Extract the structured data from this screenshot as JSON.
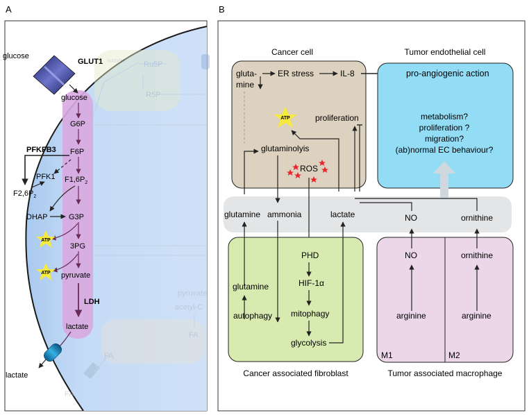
{
  "panelA": {
    "label": "A",
    "glucose_out": "glucose",
    "glut1": "GLUT1",
    "glucose_in": "glucose",
    "g6p": "G6P",
    "pfkfb3": "PFKFB3",
    "f6p": "F6P",
    "pfk1": "PFK1",
    "f16p2": "F1,6P",
    "f16p2_sub": "2",
    "f26p2": "F2,6P",
    "f26p2_sub": "2",
    "dhap": "DHAP",
    "g3p": "G3P",
    "pg3": "3PG",
    "pyruvate": "pyruvate",
    "ldh": "LDH",
    "lactate_in": "lactate",
    "lactate_out": "lactate",
    "atp1": "ATP",
    "atp2": "ATP",
    "faded_ru5p": "Ru5P",
    "faded_r5p": "R5P",
    "faded_nadph": "NADPH",
    "faded_pyruvate": "pyruvate",
    "faded_acetyl": "acetyl-C",
    "faded_fa1": "FA",
    "faded_fa2": "FA",
    "faded_fa3": "FA"
  },
  "panelB": {
    "label": "B",
    "cancer_cell_title": "Cancer cell",
    "endothelial_title": "Tumor endothelial cell",
    "gluta_line1": "gluta-",
    "gluta_line2": "mine",
    "er_stress": "ER stress",
    "il8": "IL-8",
    "pro_angio": "pro-angiogenic action",
    "atp": "ATP",
    "proliferation": "proliferation",
    "glutaminolysis": "glutaminolyis",
    "ros": "ROS",
    "q1": "metabolism?",
    "q2": "proliferation ?",
    "q3": "migration?",
    "q4": "(ab)normal EC behaviour?",
    "band_glutamine": "glutamine",
    "band_ammonia": "ammonia",
    "band_lactate": "lactate",
    "band_no": "NO",
    "band_ornithine": "ornithine",
    "phd": "PHD",
    "hif": "HIF-1α",
    "mitophagy": "mitophagy",
    "glycolysis": "glycolysis",
    "caf_glutamine": "glutamine",
    "autophagy": "autophagy",
    "caf_title": "Cancer associated fibroblast",
    "mac_no": "NO",
    "mac_ornithine": "ornithine",
    "arginine1": "arginine",
    "arginine2": "arginine",
    "m1": "M1",
    "m2": "M2",
    "mac_title": "Tumor associated macrophage"
  },
  "colors": {
    "cell_bg": "#bcd6f4",
    "membrane": "#1a1a1a",
    "glycolysis_band": "#d8a8e0",
    "cancer_box": "#ddd1bf",
    "endothelial_box": "#92dcf6",
    "caf_box": "#d7ebb1",
    "macrophage_box": "#ecd6ea",
    "band": "#e4e5e7",
    "star": "#f6ea3c",
    "ros": "#e8232b",
    "up_arrow": "#cfd8de"
  }
}
